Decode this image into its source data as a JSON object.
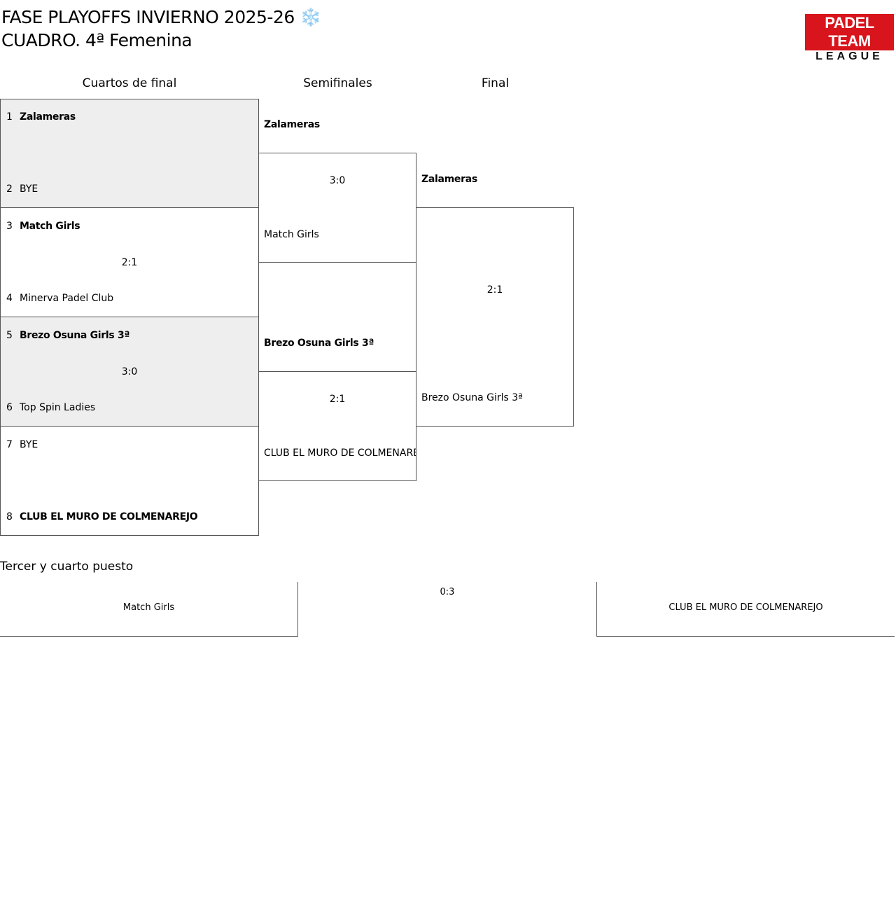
{
  "header": {
    "title_line1": "FASE PLAYOFFS INVIERNO 2025-26 ❄️",
    "title_line2": "CUADRO. 4ª Femenina"
  },
  "logo": {
    "top": "PADEL TEAM",
    "bottom": "LEAGUE",
    "brand_color": "#d8141c"
  },
  "rounds": {
    "quarterfinals": "Cuartos de final",
    "semifinals": "Semifinales",
    "final": "Final"
  },
  "quarterfinals": [
    {
      "a_seed": "1",
      "a_name": "Zalameras",
      "b_seed": "2",
      "b_name": "BYE",
      "score": ""
    },
    {
      "a_seed": "3",
      "a_name": "Match Girls",
      "b_seed": "4",
      "b_name": "Minerva Padel Club",
      "score": "2:1"
    },
    {
      "a_seed": "5",
      "a_name": "Brezo Osuna Girls 3ª",
      "b_seed": "6",
      "b_name": "Top Spin Ladies",
      "score": "3:0"
    },
    {
      "a_seed": "7",
      "a_name": "BYE",
      "b_seed": "8",
      "b_name": "CLUB EL MURO DE COLMENAREJO",
      "score": ""
    }
  ],
  "semifinals": [
    {
      "a_name": "Zalameras",
      "b_name": "Match Girls",
      "score": "3:0"
    },
    {
      "a_name": "Brezo Osuna Girls 3ª",
      "b_name": "CLUB EL MURO DE COLMENAREJO",
      "score": "2:1"
    }
  ],
  "final": {
    "a_name": "Zalameras",
    "b_name": "Brezo Osuna Girls 3ª",
    "score": "2:1"
  },
  "third_place": {
    "title": "Tercer y cuarto puesto",
    "a_name": "Match Girls",
    "score": "0:3",
    "b_name": "CLUB EL MURO DE COLMENAREJO"
  }
}
